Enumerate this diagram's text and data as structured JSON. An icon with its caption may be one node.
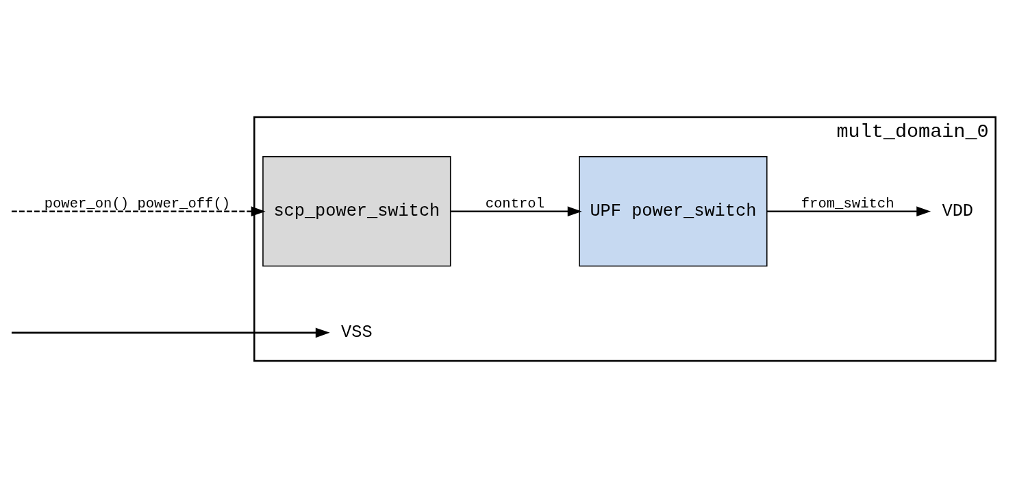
{
  "diagram": {
    "nodes": [
      {
        "text": [
          "mult_domain_0"
        ]
      },
      {
        "text": [
          "scp_power_switch"
        ],
        "in": 0
      },
      {
        "text": [
          "UPF power_switch"
        ],
        "in": 0
      },
      {
        "text": [
          "VSS"
        ],
        "in": 0
      },
      {
        "text": [
          "VDD"
        ],
        "in": 0
      }
    ],
    "edges": [
      {
        "from": null,
        "to": 1,
        "arrow": "to",
        "style": "dashed",
        "label": "power_on() power_off()"
      },
      {
        "from": 1,
        "to": 2,
        "arrow": "to",
        "label": "control"
      },
      {
        "from": 2,
        "to": 4,
        "arrow": "to",
        "label": "from_switch"
      },
      {
        "from": null,
        "to": 3,
        "arrow": "to"
      }
    ]
  }
}
